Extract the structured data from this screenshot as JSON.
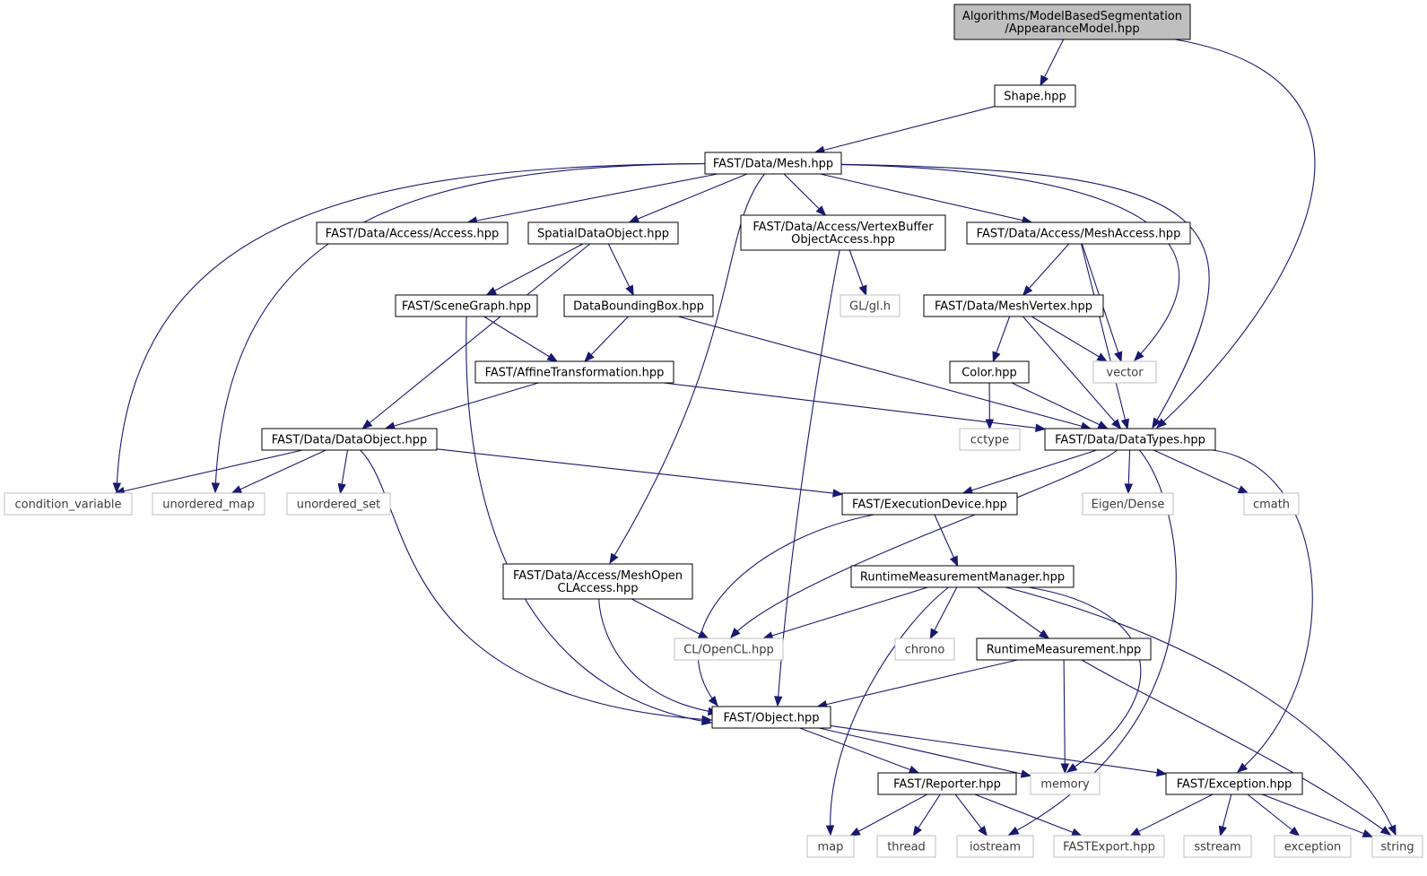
{
  "graph": {
    "colors": {
      "edge": "#191970",
      "root_fill": "#bfbfbf",
      "node_fill": "#ffffff",
      "node_border": "#000000",
      "external_border": "#bfbfbf"
    },
    "nodes": [
      {
        "id": "root",
        "label": "Algorithms/ModelBasedSegmentation\n/AppearanceModel.hpp",
        "kind": "root"
      },
      {
        "id": "shape",
        "label": "Shape.hpp",
        "kind": "file"
      },
      {
        "id": "mesh",
        "label": "FAST/Data/Mesh.hpp",
        "kind": "file"
      },
      {
        "id": "access",
        "label": "FAST/Data/Access/Access.hpp",
        "kind": "file"
      },
      {
        "id": "spatial",
        "label": "SpatialDataObject.hpp",
        "kind": "file"
      },
      {
        "id": "vbo",
        "label": "FAST/Data/Access/VertexBuffer\nObjectAccess.hpp",
        "kind": "file"
      },
      {
        "id": "meshaccess",
        "label": "FAST/Data/Access/MeshAccess.hpp",
        "kind": "file"
      },
      {
        "id": "scenegraph",
        "label": "FAST/SceneGraph.hpp",
        "kind": "file"
      },
      {
        "id": "bbox",
        "label": "DataBoundingBox.hpp",
        "kind": "file"
      },
      {
        "id": "glh",
        "label": "GL/gl.h",
        "kind": "external"
      },
      {
        "id": "meshvertex",
        "label": "FAST/Data/MeshVertex.hpp",
        "kind": "file"
      },
      {
        "id": "affine",
        "label": "FAST/AffineTransformation.hpp",
        "kind": "file"
      },
      {
        "id": "color",
        "label": "Color.hpp",
        "kind": "file"
      },
      {
        "id": "vector",
        "label": "vector",
        "kind": "external"
      },
      {
        "id": "dataobject",
        "label": "FAST/Data/DataObject.hpp",
        "kind": "file"
      },
      {
        "id": "cctype",
        "label": "cctype",
        "kind": "external"
      },
      {
        "id": "datatypes",
        "label": "FAST/Data/DataTypes.hpp",
        "kind": "file"
      },
      {
        "id": "condvar",
        "label": "condition_variable",
        "kind": "external"
      },
      {
        "id": "umap",
        "label": "unordered_map",
        "kind": "external"
      },
      {
        "id": "uset",
        "label": "unordered_set",
        "kind": "external"
      },
      {
        "id": "execdev",
        "label": "FAST/ExecutionDevice.hpp",
        "kind": "file"
      },
      {
        "id": "eigen",
        "label": "Eigen/Dense",
        "kind": "external"
      },
      {
        "id": "cmath",
        "label": "cmath",
        "kind": "external"
      },
      {
        "id": "meshocl",
        "label": "FAST/Data/Access/MeshOpen\nCLAccess.hpp",
        "kind": "file"
      },
      {
        "id": "rtmm",
        "label": "RuntimeMeasurementManager.hpp",
        "kind": "file"
      },
      {
        "id": "opencl",
        "label": "CL/OpenCL.hpp",
        "kind": "external"
      },
      {
        "id": "chrono",
        "label": "chrono",
        "kind": "external"
      },
      {
        "id": "rtm",
        "label": "RuntimeMeasurement.hpp",
        "kind": "file"
      },
      {
        "id": "object",
        "label": "FAST/Object.hpp",
        "kind": "file"
      },
      {
        "id": "reporter",
        "label": "FAST/Reporter.hpp",
        "kind": "file"
      },
      {
        "id": "memory",
        "label": "memory",
        "kind": "external"
      },
      {
        "id": "exception_hpp",
        "label": "FAST/Exception.hpp",
        "kind": "file"
      },
      {
        "id": "map",
        "label": "map",
        "kind": "external"
      },
      {
        "id": "thread",
        "label": "thread",
        "kind": "external"
      },
      {
        "id": "iostream",
        "label": "iostream",
        "kind": "external"
      },
      {
        "id": "fastexport",
        "label": "FASTExport.hpp",
        "kind": "external"
      },
      {
        "id": "sstream",
        "label": "sstream",
        "kind": "external"
      },
      {
        "id": "exception",
        "label": "exception",
        "kind": "external"
      },
      {
        "id": "string",
        "label": "string",
        "kind": "external"
      }
    ],
    "edges": [
      [
        "root",
        "shape"
      ],
      [
        "root",
        "datatypes"
      ],
      [
        "shape",
        "mesh"
      ],
      [
        "mesh",
        "access"
      ],
      [
        "mesh",
        "spatial"
      ],
      [
        "mesh",
        "vbo"
      ],
      [
        "mesh",
        "meshaccess"
      ],
      [
        "mesh",
        "vector"
      ],
      [
        "mesh",
        "datatypes"
      ],
      [
        "mesh",
        "condvar"
      ],
      [
        "mesh",
        "umap"
      ],
      [
        "mesh",
        "meshocl"
      ],
      [
        "spatial",
        "scenegraph"
      ],
      [
        "spatial",
        "bbox"
      ],
      [
        "spatial",
        "dataobject"
      ],
      [
        "vbo",
        "glh"
      ],
      [
        "vbo",
        "object"
      ],
      [
        "meshaccess",
        "meshvertex"
      ],
      [
        "meshaccess",
        "vector"
      ],
      [
        "meshaccess",
        "datatypes"
      ],
      [
        "scenegraph",
        "affine"
      ],
      [
        "scenegraph",
        "object"
      ],
      [
        "bbox",
        "affine"
      ],
      [
        "bbox",
        "datatypes"
      ],
      [
        "meshvertex",
        "color"
      ],
      [
        "meshvertex",
        "vector"
      ],
      [
        "meshvertex",
        "datatypes"
      ],
      [
        "affine",
        "dataobject"
      ],
      [
        "affine",
        "datatypes"
      ],
      [
        "color",
        "cctype"
      ],
      [
        "color",
        "datatypes"
      ],
      [
        "dataobject",
        "condvar"
      ],
      [
        "dataobject",
        "umap"
      ],
      [
        "dataobject",
        "uset"
      ],
      [
        "dataobject",
        "execdev"
      ],
      [
        "dataobject",
        "object"
      ],
      [
        "datatypes",
        "execdev"
      ],
      [
        "datatypes",
        "eigen"
      ],
      [
        "datatypes",
        "cmath"
      ],
      [
        "datatypes",
        "opencl"
      ],
      [
        "datatypes",
        "iostream"
      ],
      [
        "datatypes",
        "exception_hpp"
      ],
      [
        "execdev",
        "rtmm"
      ],
      [
        "execdev",
        "object"
      ],
      [
        "meshocl",
        "opencl"
      ],
      [
        "meshocl",
        "object"
      ],
      [
        "rtmm",
        "opencl"
      ],
      [
        "rtmm",
        "chrono"
      ],
      [
        "rtmm",
        "rtm"
      ],
      [
        "rtmm",
        "map"
      ],
      [
        "rtmm",
        "memory"
      ],
      [
        "rtmm",
        "string"
      ],
      [
        "rtm",
        "object"
      ],
      [
        "rtm",
        "memory"
      ],
      [
        "rtm",
        "string"
      ],
      [
        "object",
        "reporter"
      ],
      [
        "object",
        "memory"
      ],
      [
        "object",
        "exception_hpp"
      ],
      [
        "reporter",
        "map"
      ],
      [
        "reporter",
        "thread"
      ],
      [
        "reporter",
        "iostream"
      ],
      [
        "reporter",
        "fastexport"
      ],
      [
        "exception_hpp",
        "fastexport"
      ],
      [
        "exception_hpp",
        "sstream"
      ],
      [
        "exception_hpp",
        "exception"
      ],
      [
        "exception_hpp",
        "string"
      ]
    ]
  }
}
